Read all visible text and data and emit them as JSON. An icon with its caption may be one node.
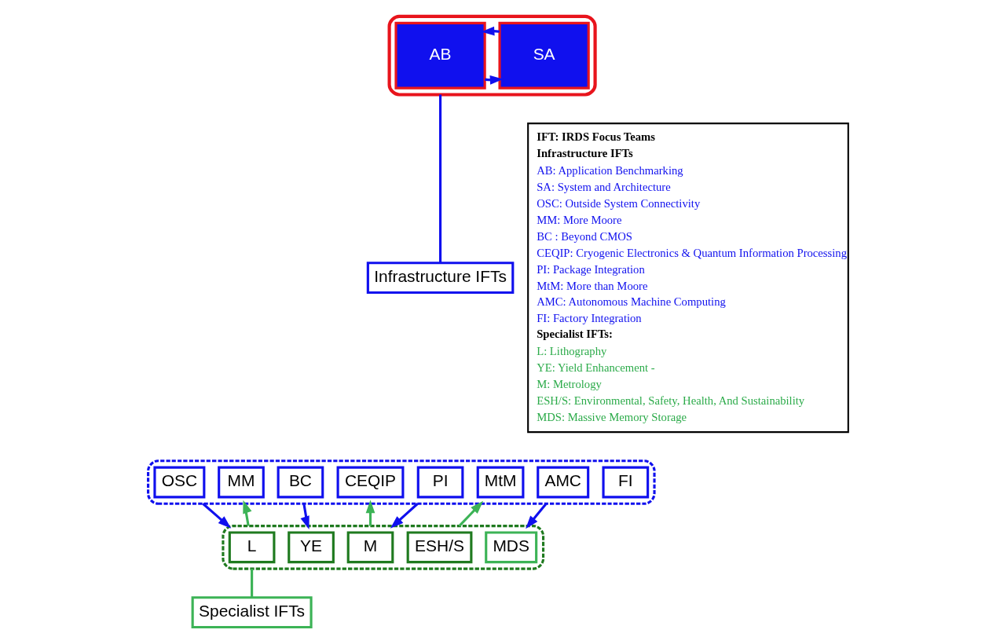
{
  "diagram": {
    "nodes": [
      {
        "text": [],
        "shape": "ellipse"
      },
      {
        "text": [
          "AB"
        ],
        "in": 0
      },
      {
        "text": [
          "SA"
        ],
        "in": 0
      },
      {
        "text": [
          "Infrastructure IFTs"
        ]
      },
      {
        "text": [],
        "shape": "box"
      },
      {
        "text": [
          "OSC"
        ],
        "in": 4
      },
      {
        "text": [
          "MM"
        ],
        "in": 4
      },
      {
        "text": [
          "BC"
        ],
        "in": 4
      },
      {
        "text": [
          "CEQIP"
        ],
        "in": 4
      },
      {
        "text": [
          "PI"
        ],
        "in": 4
      },
      {
        "text": [
          "MtM"
        ],
        "in": 4
      },
      {
        "text": [
          "AMC"
        ],
        "in": 4
      },
      {
        "text": [
          "FI"
        ],
        "in": 4
      },
      {
        "text": [],
        "shape": "box"
      },
      {
        "text": [
          "L"
        ],
        "in": 13
      },
      {
        "text": [
          "YE"
        ],
        "in": 13
      },
      {
        "text": [
          "M"
        ],
        "in": 13
      },
      {
        "text": [
          "ESH/S"
        ],
        "in": 13
      },
      {
        "text": [
          "MDS"
        ],
        "in": 13
      },
      {
        "text": [
          "Specialist IFTs"
        ]
      },
      {
        "text": [
          "IFT: IRDS Focus Teams",
          "Infrastructure IFTs",
          "AB: Application Benchmarking",
          "SA: System and Architecture",
          "OSC: Outside System Connectivity",
          "MM: More Moore",
          "BC : Beyond CMOS",
          "CEQIP: Cryogenic Electronics & Quantum Information Processing",
          "PI: Package Integration",
          "MtM: More than Moore",
          "AMC: Autonomous Machine Computing",
          "FI: Factory Integration",
          "Specialist IFTs:",
          "L: Lithography",
          "YE: Yield Enhancement -",
          "M: Metrology",
          "ESH/S: Environmental, Safety, Health, And Sustainability",
          "MDS: Massive Memory Storage"
        ]
      }
    ],
    "edges": [
      {
        "from": 1,
        "to": 2,
        "arrow": "to"
      },
      {
        "from": 2,
        "to": 1,
        "arrow": "to"
      },
      {
        "from": 0,
        "to": 3,
        "arrow": "none"
      },
      {
        "from": 4,
        "to": 13,
        "arrow": "to"
      },
      {
        "from": 13,
        "to": 4,
        "arrow": "to",
        "color": "#3cb356"
      },
      {
        "from": 4,
        "to": 13,
        "arrow": "to"
      },
      {
        "from": 13,
        "to": 4,
        "arrow": "to",
        "color": "#3cb356"
      },
      {
        "from": 4,
        "to": 13,
        "arrow": "to"
      },
      {
        "from": 13,
        "to": 4,
        "arrow": "to",
        "color": "#3cb356"
      },
      {
        "from": 4,
        "to": 13,
        "arrow": "to"
      },
      {
        "from": 13,
        "to": 19,
        "arrow": "none",
        "color": "#3cb356"
      }
    ]
  }
}
